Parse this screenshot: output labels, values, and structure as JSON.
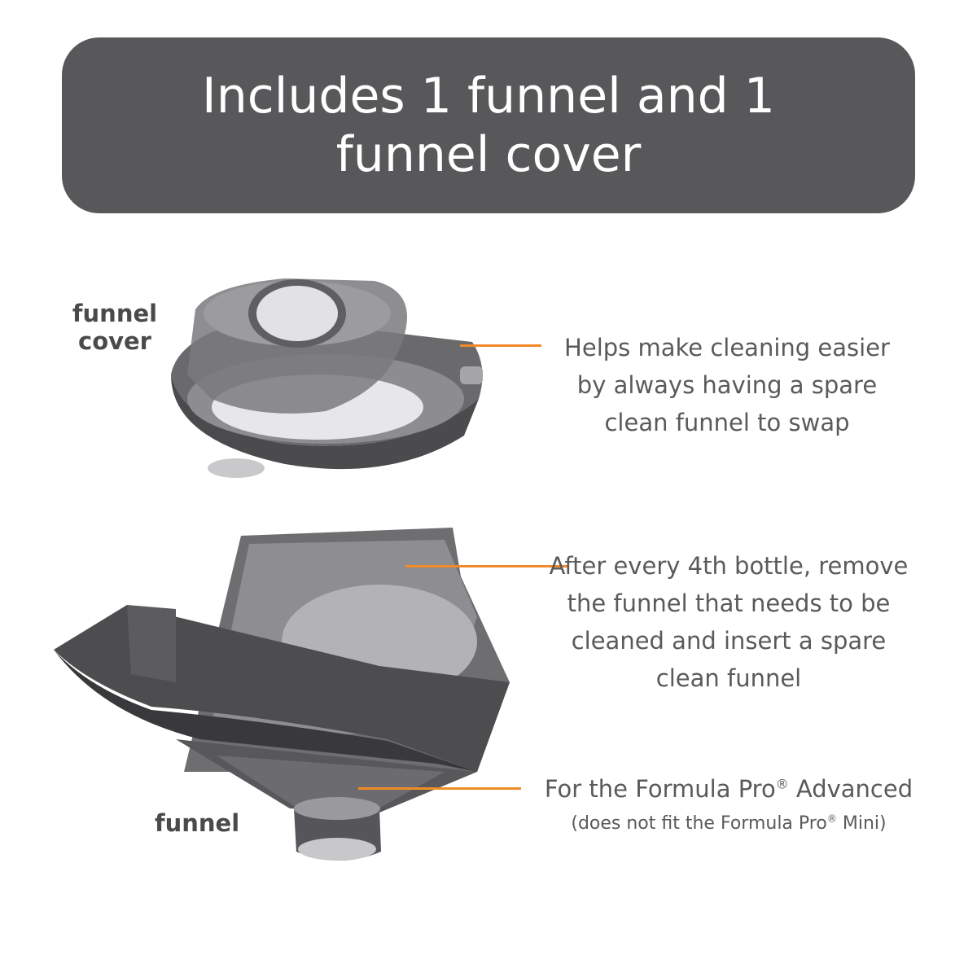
{
  "banner": {
    "title": "Includes 1 funnel and 1 funnel cover"
  },
  "parts": {
    "cover": {
      "label": "funnel cover"
    },
    "funnel": {
      "label": "funnel"
    }
  },
  "callouts": {
    "cleaning": {
      "text": "Helps make cleaning easier by always having a spare clean funnel to swap"
    },
    "every4th": {
      "text": "After every 4th bottle, remove the funnel that needs to be cleaned and insert a spare clean funnel"
    },
    "fit": {
      "prefix": "For the Formula Pro",
      "mark": "®",
      "suffix": " Advanced",
      "note_prefix": "(does not fit the Formula Pro",
      "note_mark": "®",
      "note_suffix": " Mini)"
    }
  },
  "colors": {
    "banner": "#58585a",
    "leader": "#f08a28",
    "text": "#4a4a4c"
  }
}
